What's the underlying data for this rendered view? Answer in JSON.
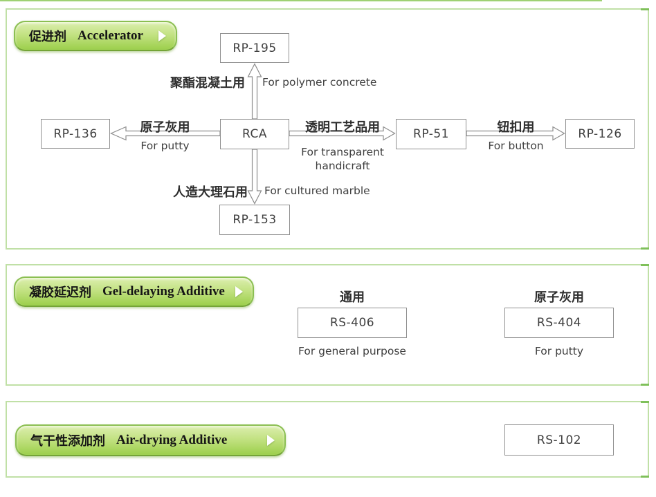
{
  "accelerator": {
    "button": {
      "zh": "促进剂",
      "en": "Accelerator"
    },
    "nodes": {
      "rp195": "RP-195",
      "rp136": "RP-136",
      "rca": "RCA",
      "rp51": "RP-51",
      "rp126": "RP-126",
      "rp153": "RP-153"
    },
    "edges": {
      "to_rp195": {
        "zh": "聚酯混凝土用",
        "en": "For polymer concrete"
      },
      "to_rp136": {
        "zh": "原子灰用",
        "en": "For putty"
      },
      "to_rp51": {
        "zh": "透明工艺品用",
        "en": "For transparent handicraft"
      },
      "to_rp126": {
        "zh": "钮扣用",
        "en": "For button"
      },
      "to_rp153": {
        "zh": "人造大理石用",
        "en": "For cultured marble"
      }
    }
  },
  "gel_delaying": {
    "button": {
      "zh": "凝胶延迟剂",
      "en": "Gel-delaying Additive"
    },
    "items": [
      {
        "zh": "通用",
        "code": "RS-406",
        "en": "For general purpose"
      },
      {
        "zh": "原子灰用",
        "code": "RS-404",
        "en": "For putty"
      }
    ]
  },
  "air_drying": {
    "button": {
      "zh": "气干性添加剂",
      "en": "Air-drying Additive"
    },
    "items": [
      {
        "code": "RS-102"
      }
    ]
  },
  "colors": {
    "panel_border": "#c0e0a6",
    "button_green": "#9ccf4b",
    "box_border": "#8f8f8f",
    "arrow_gray": "#8c8c8c"
  }
}
